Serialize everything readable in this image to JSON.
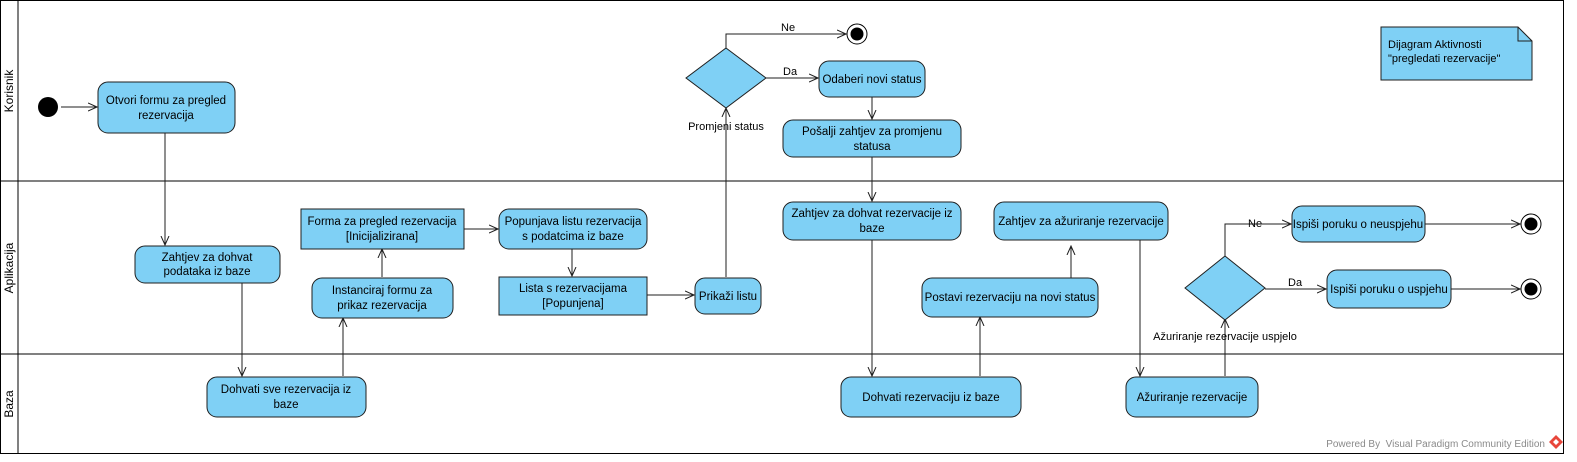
{
  "colors": {
    "fill": "#7fd0f5",
    "stroke": "#1f1f1f",
    "lane_border": "#000000",
    "watermark_text": "#8a8a8a",
    "watermark_icon": "#e8463a"
  },
  "lanes": [
    {
      "id": "korisnik",
      "title": "Korisnik"
    },
    {
      "id": "aplikacija",
      "title": "Aplikacija"
    },
    {
      "id": "baza",
      "title": "Baza"
    }
  ],
  "note": {
    "lines": [
      "Dijagram Aktivnosti",
      "\"pregledati rezervacije\""
    ]
  },
  "nodes": [
    {
      "id": "start",
      "kind": "initial"
    },
    {
      "id": "otvori",
      "kind": "action",
      "lines": [
        "Otvori formu za pregled",
        "rezervacija"
      ]
    },
    {
      "id": "zahtjev_dohvat",
      "kind": "action",
      "lines": [
        "Zahtjev za dohvat",
        "podataka iz baze"
      ]
    },
    {
      "id": "dohvati_sve",
      "kind": "action",
      "lines": [
        "Dohvati sve rezervacija iz",
        "baze"
      ]
    },
    {
      "id": "instanciraj",
      "kind": "action",
      "lines": [
        "Instanciraj formu za",
        "prikaz rezervacija"
      ]
    },
    {
      "id": "forma_obj",
      "kind": "object",
      "lines": [
        "Forma za pregled rezervacija",
        "[Inicijalizirana]"
      ]
    },
    {
      "id": "popunjava",
      "kind": "action",
      "lines": [
        "Popunjava listu rezervacija",
        "s podatcima iz baze"
      ]
    },
    {
      "id": "lista_obj",
      "kind": "object",
      "lines": [
        "Lista s rezervacijama",
        "[Popunjena]"
      ]
    },
    {
      "id": "prikazi",
      "kind": "action",
      "lines": [
        "Prikaži listu"
      ]
    },
    {
      "id": "dec_status",
      "kind": "decision",
      "lines": [
        "Promjeni status"
      ]
    },
    {
      "id": "end_top",
      "kind": "final"
    },
    {
      "id": "odaberi",
      "kind": "action",
      "lines": [
        "Odaberi novi status"
      ]
    },
    {
      "id": "posalji",
      "kind": "action",
      "lines": [
        "Pošalji zahtjev za promjenu",
        "statusa"
      ]
    },
    {
      "id": "zahtjev_rez",
      "kind": "action",
      "lines": [
        "Zahtjev za dohvat rezervacije iz",
        "baze"
      ]
    },
    {
      "id": "dohvati_rez",
      "kind": "action",
      "lines": [
        "Dohvati rezervaciju iz baze"
      ]
    },
    {
      "id": "postavi",
      "kind": "action",
      "lines": [
        "Postavi rezervaciju na novi status"
      ]
    },
    {
      "id": "zahtjev_azur",
      "kind": "action",
      "lines": [
        "Zahtjev za ažuriranje rezervacije"
      ]
    },
    {
      "id": "azuriranje",
      "kind": "action",
      "lines": [
        "Ažuriranje rezervacije"
      ]
    },
    {
      "id": "dec_uspjelo",
      "kind": "decision",
      "lines": [
        "Ažuriranje rezervacije uspjelo"
      ]
    },
    {
      "id": "neuspjeh",
      "kind": "action",
      "lines": [
        "Ispiši poruku o neuspjehu"
      ]
    },
    {
      "id": "uspjeh",
      "kind": "action",
      "lines": [
        "Ispiši poruku o uspjehu"
      ]
    },
    {
      "id": "end_ne",
      "kind": "final"
    },
    {
      "id": "end_da",
      "kind": "final"
    }
  ],
  "edges": [
    {
      "from": "start",
      "to": "otvori"
    },
    {
      "from": "otvori",
      "to": "zahtjev_dohvat"
    },
    {
      "from": "zahtjev_dohvat",
      "to": "dohvati_sve"
    },
    {
      "from": "dohvati_sve",
      "to": "instanciraj"
    },
    {
      "from": "instanciraj",
      "to": "forma_obj"
    },
    {
      "from": "forma_obj",
      "to": "popunjava"
    },
    {
      "from": "popunjava",
      "to": "lista_obj"
    },
    {
      "from": "lista_obj",
      "to": "prikazi"
    },
    {
      "from": "prikazi",
      "to": "dec_status"
    },
    {
      "from": "dec_status",
      "to": "end_top",
      "label": "Ne"
    },
    {
      "from": "dec_status",
      "to": "odaberi",
      "label": "Da"
    },
    {
      "from": "odaberi",
      "to": "posalji"
    },
    {
      "from": "posalji",
      "to": "zahtjev_rez"
    },
    {
      "from": "zahtjev_rez",
      "to": "dohvati_rez"
    },
    {
      "from": "dohvati_rez",
      "to": "postavi"
    },
    {
      "from": "postavi",
      "to": "zahtjev_azur"
    },
    {
      "from": "zahtjev_azur",
      "to": "azuriranje"
    },
    {
      "from": "azuriranje",
      "to": "dec_uspjelo"
    },
    {
      "from": "dec_uspjelo",
      "to": "neuspjeh",
      "label": "Ne"
    },
    {
      "from": "dec_uspjelo",
      "to": "uspjeh",
      "label": "Da"
    },
    {
      "from": "neuspjeh",
      "to": "end_ne"
    },
    {
      "from": "uspjeh",
      "to": "end_da"
    }
  ],
  "watermark": {
    "text": "Powered By  Visual Paradigm Community Edition",
    "icon": "visual-paradigm-logo-icon"
  }
}
